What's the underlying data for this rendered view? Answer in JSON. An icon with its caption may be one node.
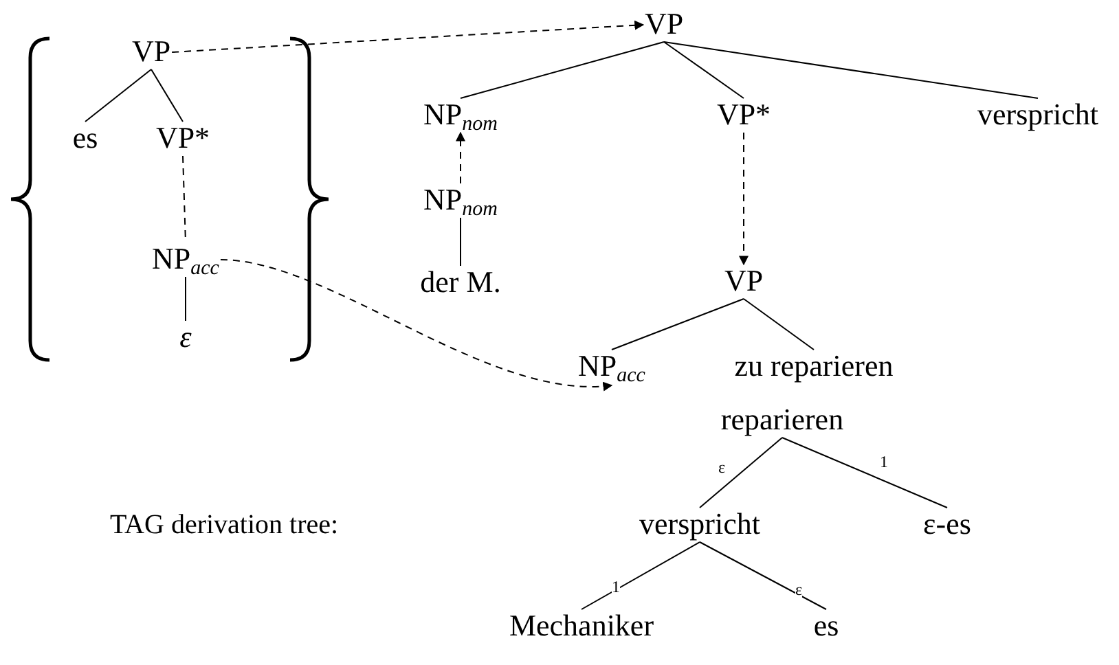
{
  "diagram": {
    "nodes": [
      {
        "text": [
          "VP"
        ]
      },
      {
        "text": [
          "es"
        ]
      },
      {
        "text": [
          "VP*"
        ]
      },
      {
        "text": [
          "NP$_{acc}$"
        ]
      },
      {
        "text": [
          "ε"
        ]
      },
      {
        "text": [
          "VP"
        ]
      },
      {
        "text": [
          "NP$_{nom}$"
        ]
      },
      {
        "text": [
          "VP*"
        ]
      },
      {
        "text": [
          "verspricht"
        ]
      },
      {
        "text": [
          "NP$_{nom}$"
        ]
      },
      {
        "text": [
          "der M."
        ]
      },
      {
        "text": [
          "VP"
        ]
      },
      {
        "text": [
          "NP$_{acc}$"
        ]
      },
      {
        "text": [
          "zu reparieren"
        ]
      },
      {
        "text": [
          "reparieren"
        ]
      },
      {
        "text": [
          "verspricht"
        ]
      },
      {
        "text": [
          "ε-es"
        ]
      },
      {
        "text": [
          "Mechaniker"
        ]
      },
      {
        "text": [
          "es"
        ]
      }
    ],
    "edges": [
      {
        "from": 0,
        "to": 1,
        "arrow": "none"
      },
      {
        "from": 0,
        "to": 2,
        "arrow": "none"
      },
      {
        "from": 2,
        "to": 3,
        "arrow": "none",
        "style": "dashed"
      },
      {
        "from": 3,
        "to": 4,
        "arrow": "none"
      },
      {
        "from": 0,
        "to": 5,
        "arrow": "to",
        "style": "dashed"
      },
      {
        "from": 5,
        "to": 6,
        "arrow": "none"
      },
      {
        "from": 5,
        "to": 7,
        "arrow": "none"
      },
      {
        "from": 5,
        "to": 8,
        "arrow": "none"
      },
      {
        "from": 9,
        "to": 6,
        "arrow": "to",
        "style": "dashed"
      },
      {
        "from": 9,
        "to": 10,
        "arrow": "none"
      },
      {
        "from": 7,
        "to": 11,
        "arrow": "to",
        "style": "dashed"
      },
      {
        "from": 11,
        "to": 12,
        "arrow": "none"
      },
      {
        "from": 11,
        "to": 13,
        "arrow": "none"
      },
      {
        "from": 3,
        "to": 12,
        "arrow": "to",
        "style": "dashed"
      },
      {
        "from": 14,
        "to": 15,
        "arrow": "none",
        "label": "ε"
      },
      {
        "from": 14,
        "to": 16,
        "arrow": "none",
        "label": "1"
      },
      {
        "from": 15,
        "to": 17,
        "arrow": "none",
        "label": "1"
      },
      {
        "from": 15,
        "to": 18,
        "arrow": "none",
        "label": "ε"
      }
    ],
    "labels": [
      "TAG derivation tree:"
    ]
  }
}
